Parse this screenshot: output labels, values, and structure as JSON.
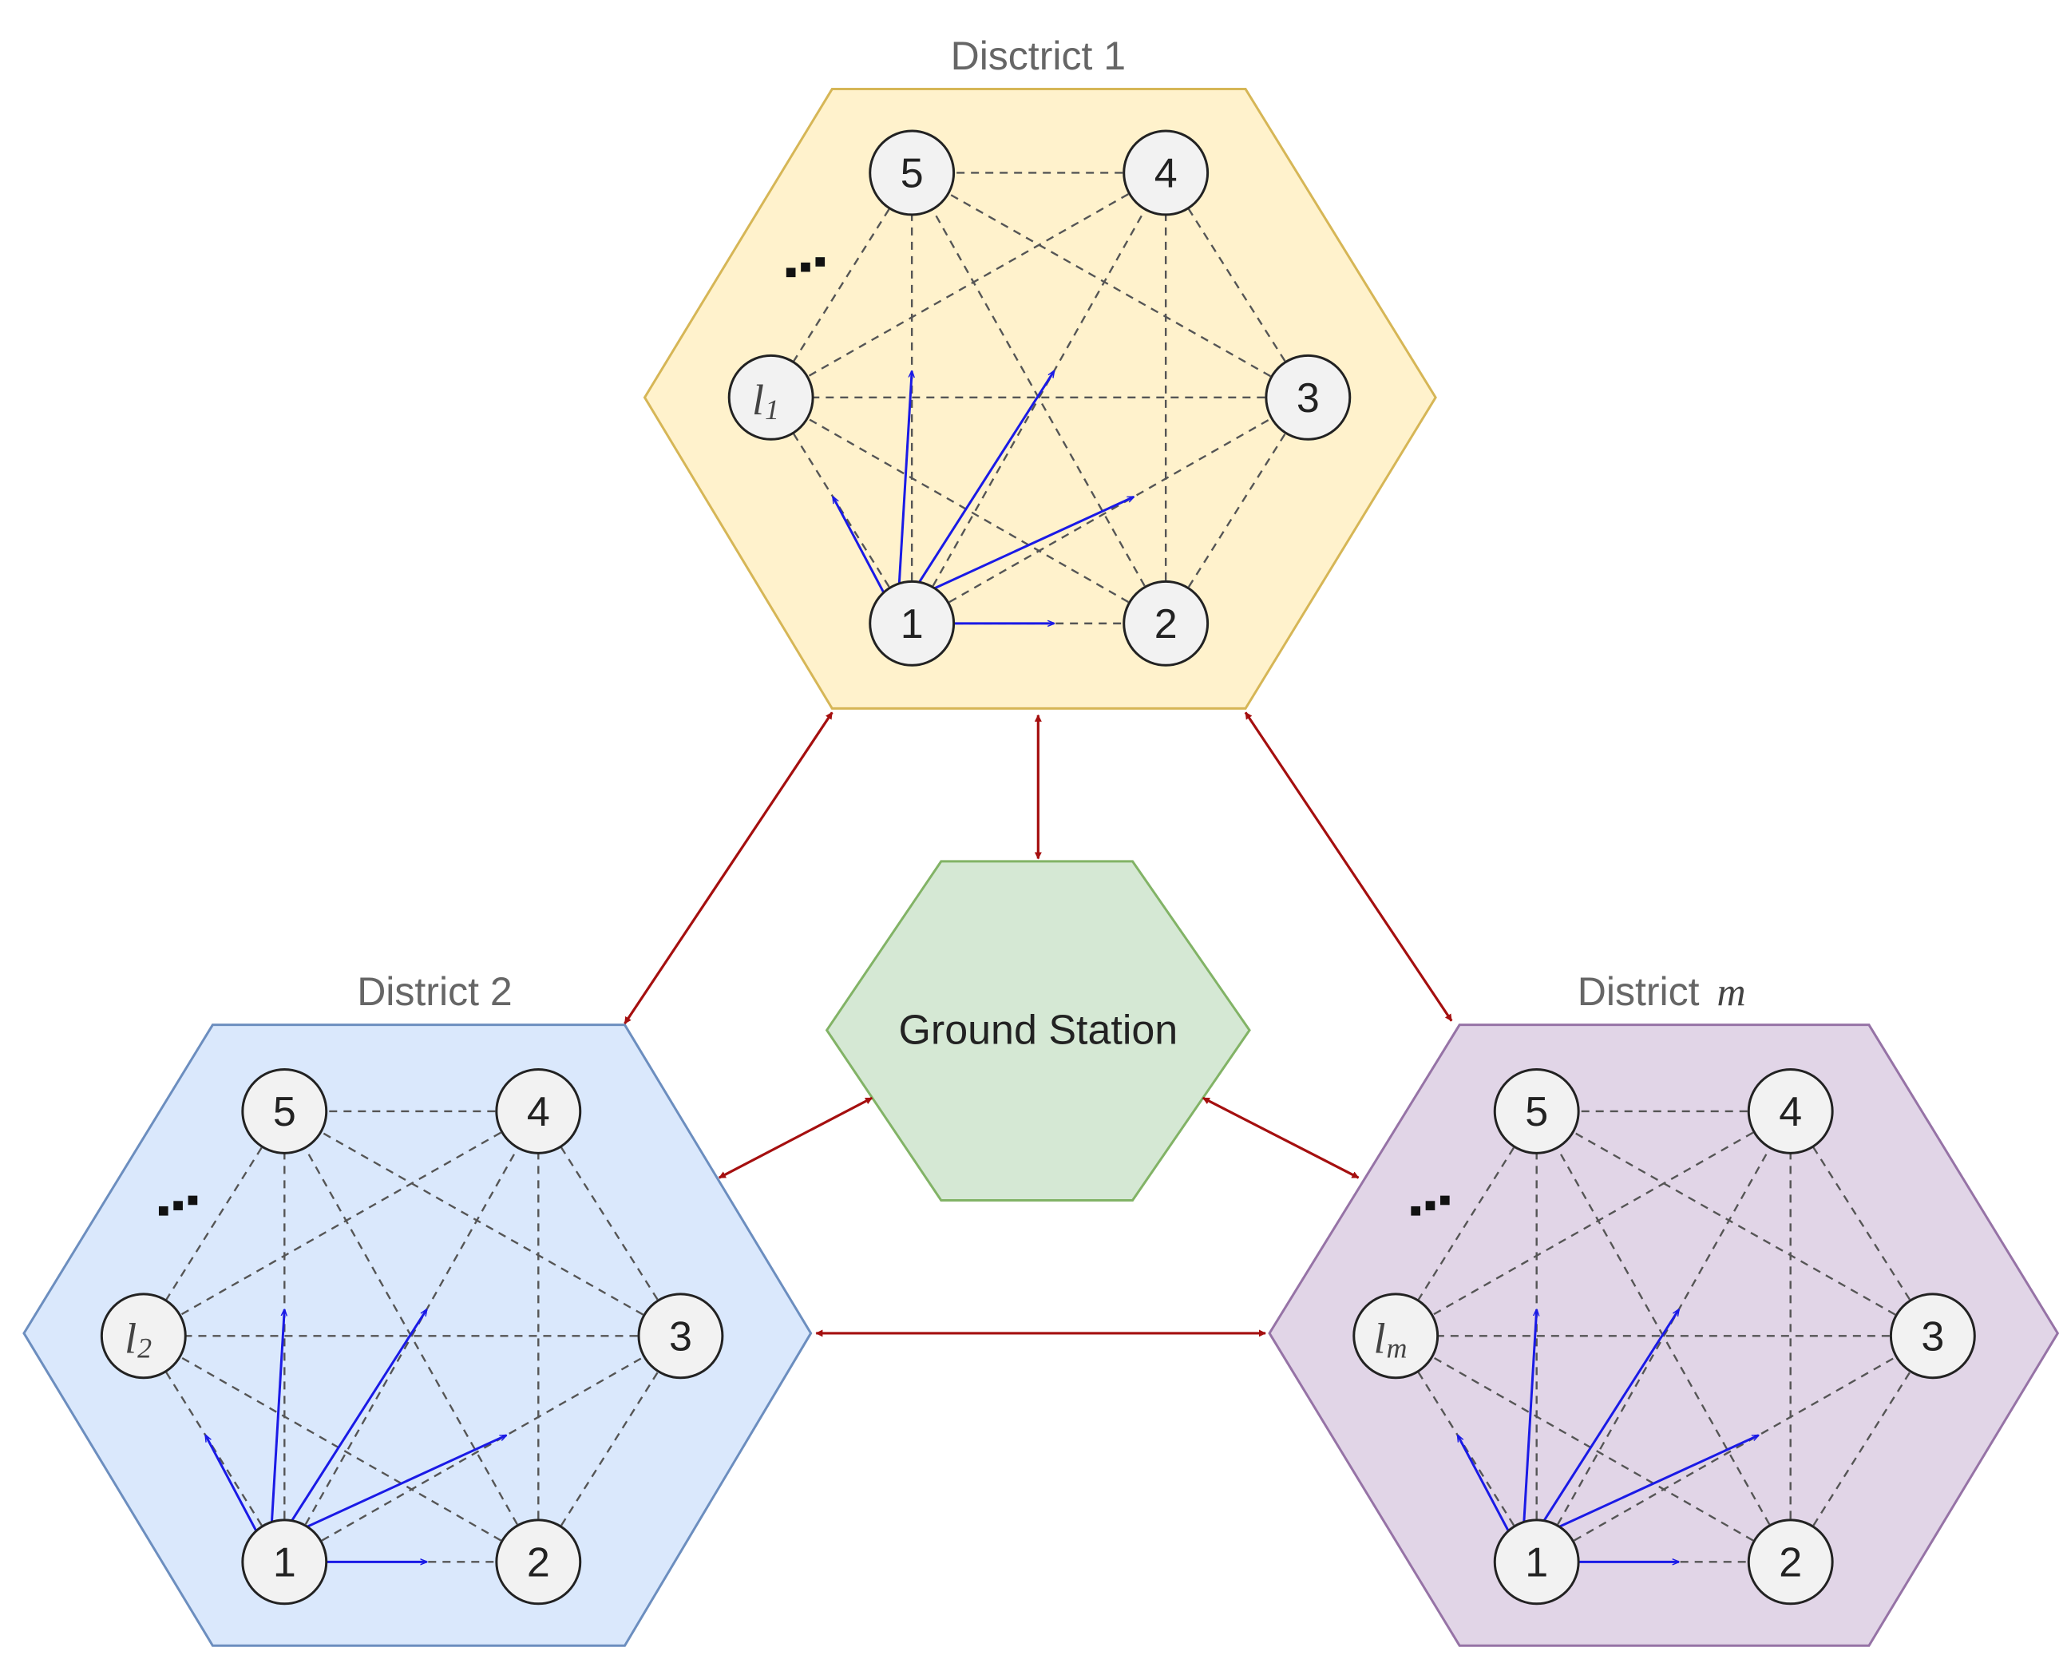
{
  "ground_station": {
    "label": "Ground Station",
    "fill": "#d5e8d4",
    "stroke": "#82b366"
  },
  "districts": [
    {
      "id": "d1",
      "title": "Disctrict 1",
      "title_var": "",
      "fill": "#fff2cc",
      "stroke": "#d6b656",
      "nodes": [
        {
          "id": "1",
          "label": "1"
        },
        {
          "id": "2",
          "label": "2"
        },
        {
          "id": "3",
          "label": "3"
        },
        {
          "id": "4",
          "label": "4"
        },
        {
          "id": "5",
          "label": "5"
        },
        {
          "id": "l",
          "label": "l",
          "sub": "1"
        }
      ],
      "ellipsis": "..."
    },
    {
      "id": "d2",
      "title": "District 2",
      "title_var": "",
      "fill": "#dae8fc",
      "stroke": "#6c8ebf",
      "nodes": [
        {
          "id": "1",
          "label": "1"
        },
        {
          "id": "2",
          "label": "2"
        },
        {
          "id": "3",
          "label": "3"
        },
        {
          "id": "4",
          "label": "4"
        },
        {
          "id": "5",
          "label": "5"
        },
        {
          "id": "l",
          "label": "l",
          "sub": "2"
        }
      ],
      "ellipsis": "..."
    },
    {
      "id": "dm",
      "title": "District",
      "title_var": "m",
      "fill": "#e1d5e7",
      "stroke": "#9673a6",
      "nodes": [
        {
          "id": "1",
          "label": "1"
        },
        {
          "id": "2",
          "label": "2"
        },
        {
          "id": "3",
          "label": "3"
        },
        {
          "id": "4",
          "label": "4"
        },
        {
          "id": "5",
          "label": "5"
        },
        {
          "id": "l",
          "label": "l",
          "sub": "m"
        }
      ],
      "ellipsis": "..."
    }
  ],
  "colors": {
    "node_fill": "#f2f2f2",
    "node_stroke": "#222222",
    "dashed_edge": "#555555",
    "broadcast_arrow": "#1a1ae6",
    "inter_link": "#a50f0f"
  },
  "links": [
    {
      "from": "d1",
      "to": "d2",
      "direction": "bidirectional"
    },
    {
      "from": "d1",
      "to": "ground_station",
      "direction": "bidirectional"
    },
    {
      "from": "d1",
      "to": "dm",
      "direction": "bidirectional"
    },
    {
      "from": "d2",
      "to": "ground_station",
      "direction": "bidirectional"
    },
    {
      "from": "dm",
      "to": "ground_station",
      "direction": "bidirectional"
    },
    {
      "from": "d2",
      "to": "dm",
      "direction": "bidirectional"
    }
  ]
}
